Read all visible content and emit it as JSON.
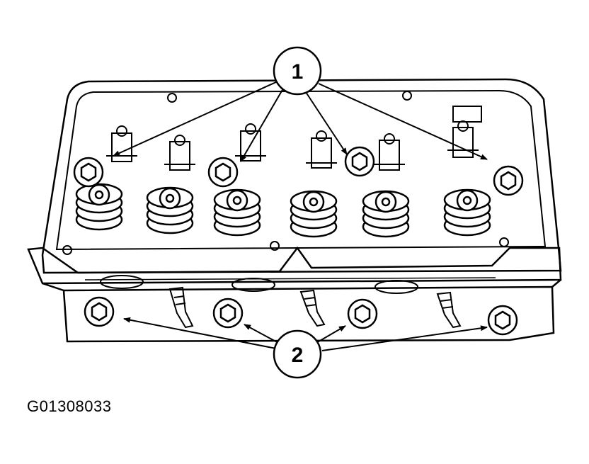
{
  "callouts": {
    "one": "1",
    "two": "2"
  },
  "figure_id": "G01308033",
  "colors": {
    "line": "#000000",
    "background": "#ffffff"
  }
}
